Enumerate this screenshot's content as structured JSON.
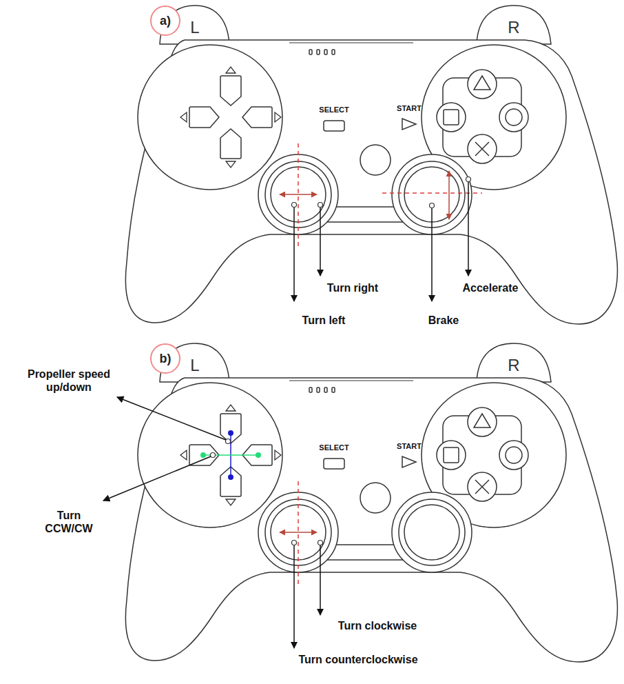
{
  "diagram": {
    "nodes": [
      {
        "text": [
          "a)"
        ]
      },
      {
        "text": [
          "b)"
        ]
      }
    ],
    "labels": [
      "L",
      "R",
      "SELECT",
      "START",
      "Turn right",
      "Accelerate",
      "Turn left",
      "Brake",
      "L",
      "R",
      "SELECT",
      "START",
      "Propeller speed up/down",
      "Turn CCW/CW",
      "Turn clockwise",
      "Turn counterclockwise"
    ]
  }
}
